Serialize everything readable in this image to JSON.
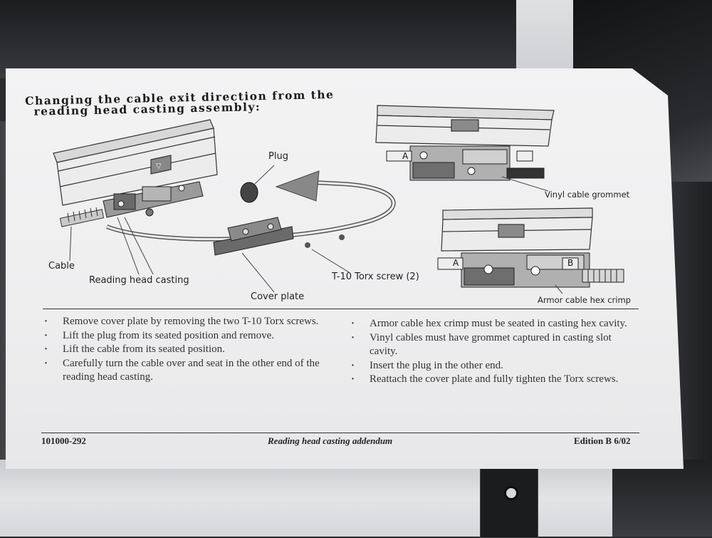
{
  "title_lines": [
    "Changing the cable exit direction from the",
    "reading head casting assembly:"
  ],
  "labels": {
    "plug": "Plug",
    "cable": "Cable",
    "reading_head_casting": "Reading head casting",
    "cover_plate": "Cover plate",
    "torx_screw": "T-10 Torx screw (2)",
    "vinyl_cable_grommet": "Vinyl cable grommet",
    "armor_cable_hex_crimp": "Armor cable hex crimp",
    "end_a": "A",
    "end_b": "B"
  },
  "instructions_left": [
    "Remove cover plate by removing the two T-10 Torx screws.",
    "Lift the plug from its seated position and remove.",
    "Lift the cable from its seated position.",
    "Carefully turn the cable over and seat in the other end of the reading head casting."
  ],
  "instructions_right": [
    "Armor cable hex crimp must be seated in casting hex cavity.",
    "Vinyl cables must have grommet captured in casting slot cavity.",
    "Insert the plug in the other end.",
    "Reattach the cover plate and fully tighten the Torx screws."
  ],
  "footer": {
    "part_number": "101000-292",
    "document_title": "Reading head casting addendum",
    "edition": "Edition B 6/02"
  }
}
